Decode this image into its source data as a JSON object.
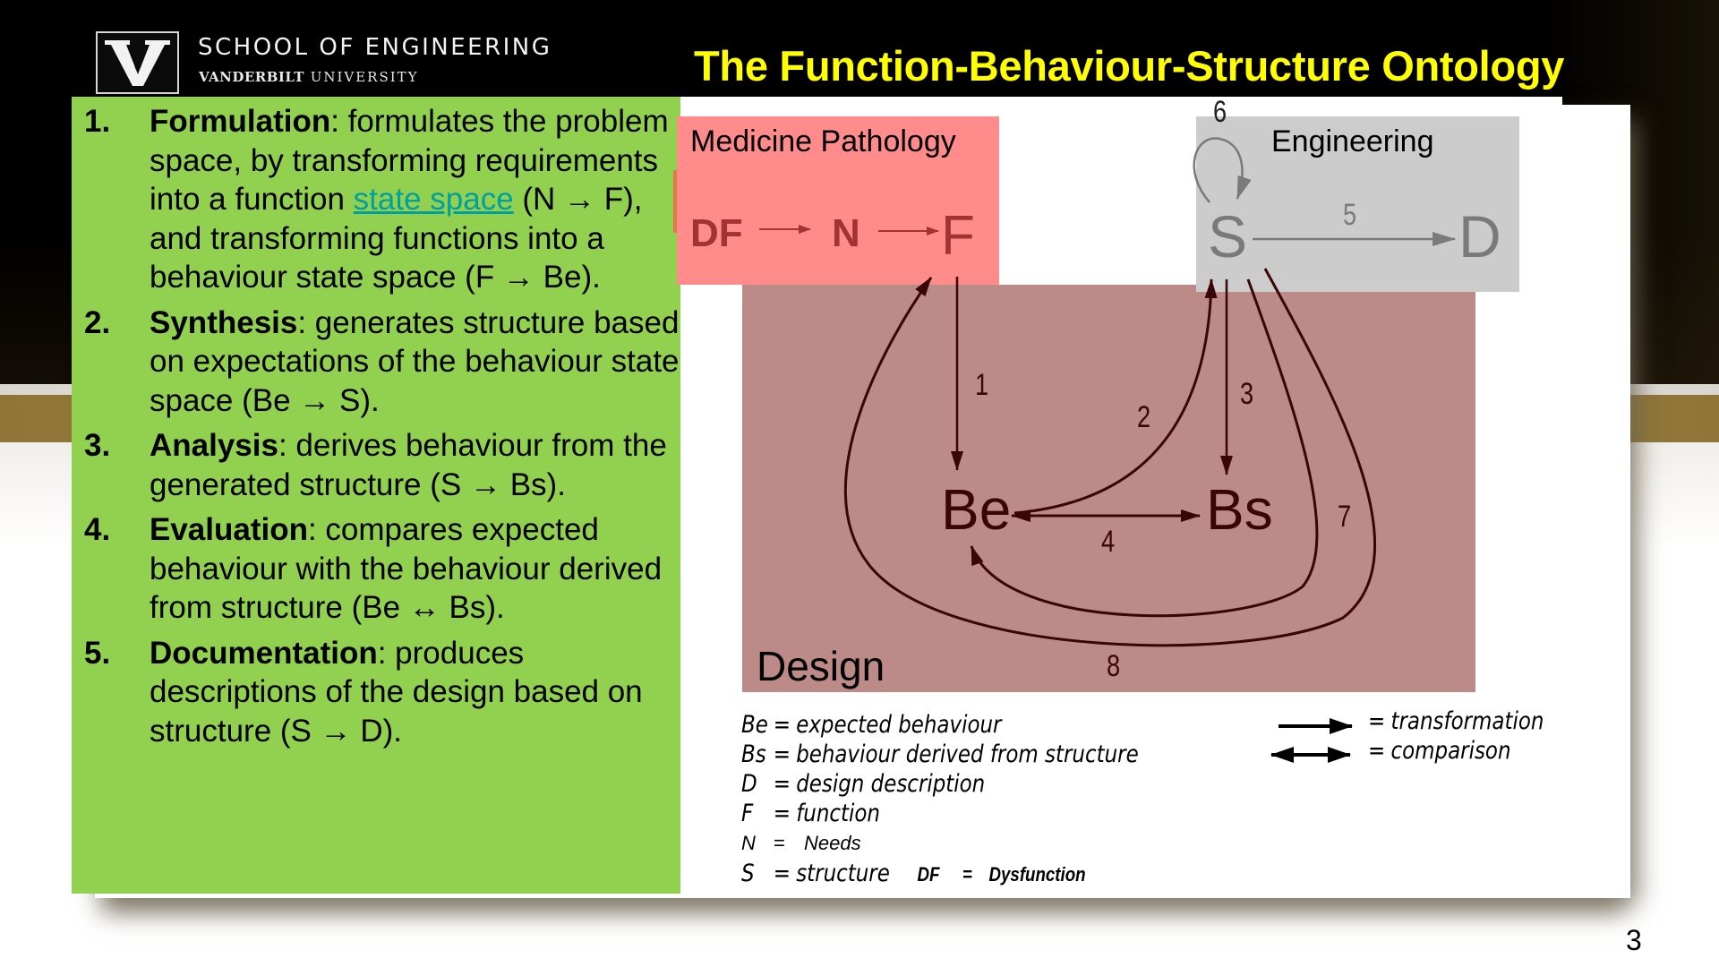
{
  "header": {
    "school_name": "SCHOOL OF ENGINEERING",
    "university_bold": "VANDERBILT",
    "university_rest": "UNIVERSITY",
    "logo_icon": "vanderbilt-v-oak-leaf-logo",
    "title": "The Function-Behaviour-Structure Ontology"
  },
  "steps": [
    {
      "number": "1.",
      "term": "Formulation",
      "text_before_link": ": formulates the problem space, by transforming requirements into a function ",
      "link": "state space",
      "text_after_link": " (N → F), and transforming functions into a behaviour state space (F → Be)."
    },
    {
      "number": "2.",
      "term": "Synthesis",
      "text": ": generates structure based on expectations of the behaviour state space (Be → S)."
    },
    {
      "number": "3.",
      "term": "Analysis",
      "text": ": derives behaviour from the generated structure (S → Bs)."
    },
    {
      "number": "4.",
      "term": "Evaluation",
      "text": ": compares expected behaviour with the behaviour derived from structure (Be ↔ Bs)."
    },
    {
      "number": "5.",
      "term": "Documentation",
      "text": ": produces descriptions of the design based on structure (S → D)."
    }
  ],
  "diagram": {
    "regions": {
      "medicine": "Medicine Pathology",
      "engineering": "Engineering",
      "design": "Design"
    },
    "nodes": {
      "df": "DF",
      "n": "N",
      "f": "F",
      "s": "S",
      "d": "D",
      "be": "Be",
      "bs": "Bs"
    },
    "edge_labels": [
      "1",
      "2",
      "3",
      "4",
      "5",
      "6",
      "7",
      "8"
    ],
    "colors": {
      "medicine_region": "#ff8b8b",
      "engineering_region": "#cccccc",
      "design_region": "#bc8a87",
      "design_edges": "#3a0505",
      "engineering_edges": "#7a7a7a",
      "medicine_nodes": "#a33232"
    }
  },
  "legend": {
    "items": [
      {
        "symbol": "Be",
        "eq": "=",
        "meaning": "expected behaviour"
      },
      {
        "symbol": "Bs",
        "eq": "=",
        "meaning": "behaviour derived from structure"
      },
      {
        "symbol": "D",
        "eq": "=",
        "meaning": "design description"
      },
      {
        "symbol": "F",
        "eq": "=",
        "meaning": "function"
      },
      {
        "symbol": "N",
        "eq": "=",
        "meaning": "Needs"
      },
      {
        "symbol": "S",
        "eq": "=",
        "meaning": "structure"
      }
    ],
    "extra": {
      "symbol": "DF",
      "eq": "=",
      "meaning": "Dysfunction"
    },
    "arrows": [
      {
        "icon": "single-arrow-icon",
        "eq": "=",
        "meaning": "transformation"
      },
      {
        "icon": "double-arrow-icon",
        "eq": "=",
        "meaning": "comparison"
      }
    ]
  },
  "footer": {
    "page_number": "3"
  }
}
